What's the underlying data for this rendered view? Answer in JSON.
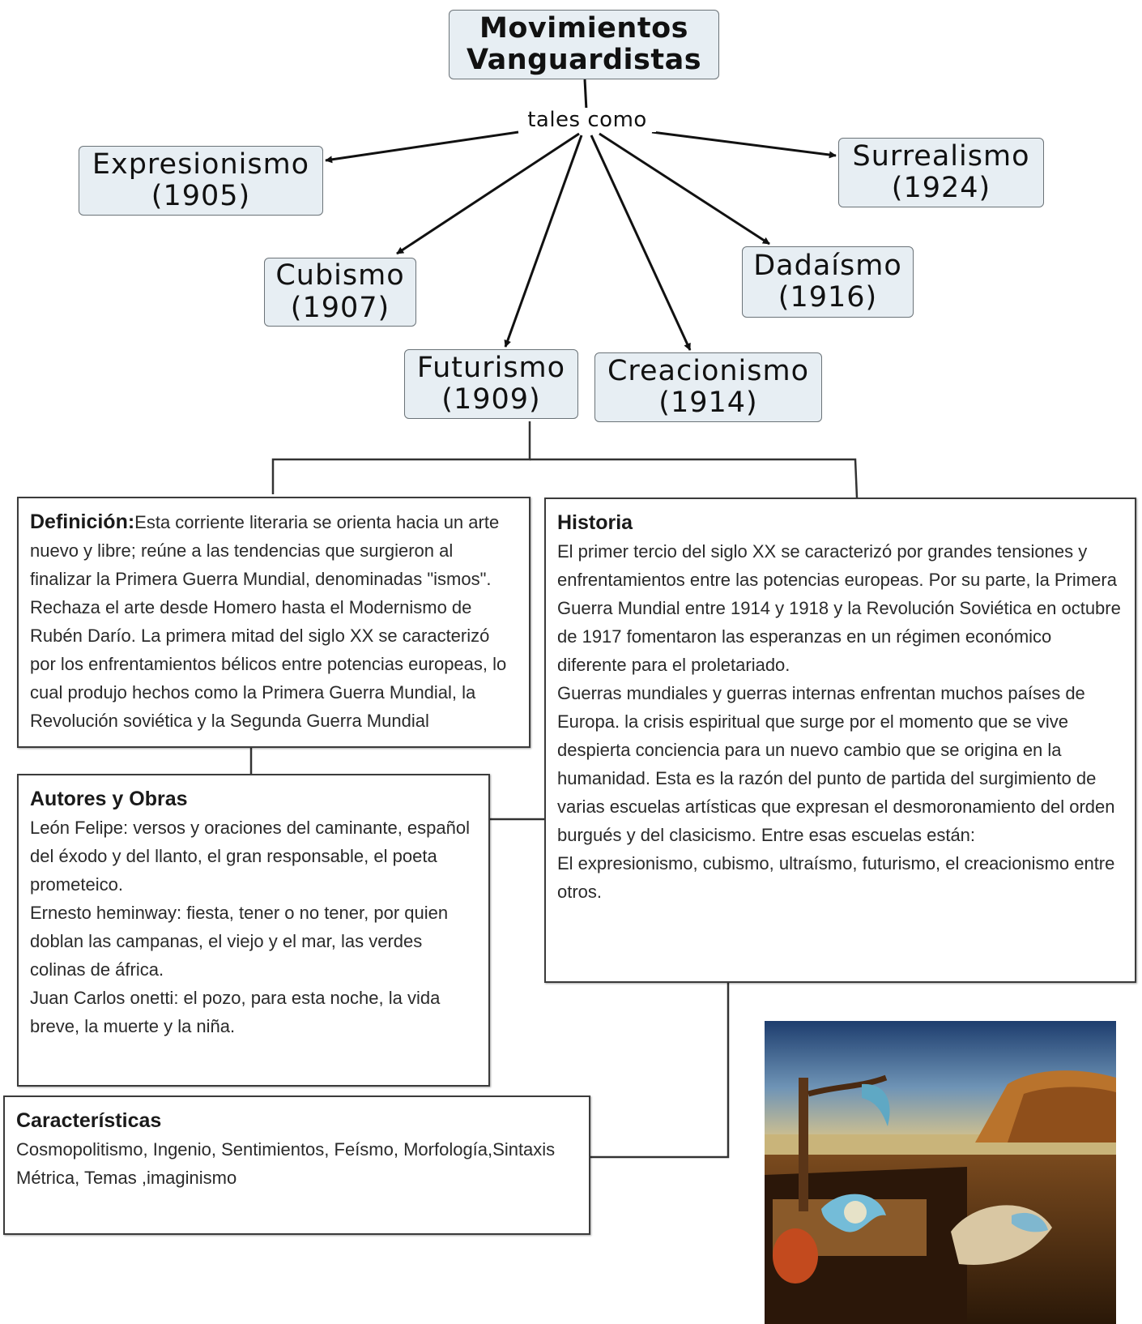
{
  "root": {
    "line1": "Movimientos",
    "line2": "Vanguardistas"
  },
  "linker": "tales como",
  "movements": [
    {
      "name": "Expresionismo",
      "year": "(1905)"
    },
    {
      "name": "Cubismo",
      "year": "(1907)"
    },
    {
      "name": "Futurismo",
      "year": "(1909)"
    },
    {
      "name": "Creacionismo",
      "year": "(1914)"
    },
    {
      "name": "Dadaísmo",
      "year": "(1916)"
    },
    {
      "name": "Surrealismo",
      "year": "(1924)"
    }
  ],
  "definicion": {
    "title": "Definición:",
    "text": "Esta corriente literaria se orienta hacia un arte nuevo y libre; reúne a las tendencias que surgieron al finalizar la Primera Guerra Mundial, denominadas \"ismos\". Rechaza el arte desde Homero hasta el Modernismo de Rubén Darío.  La primera mitad del siglo XX se caracterizó por los enfrentamientos bélicos entre potencias europeas, lo cual produjo hechos como la Primera Guerra Mundial, la Revolución soviética y la Segunda Guerra Mundial"
  },
  "historia": {
    "title": "Historia",
    "p1": "El primer tercio del siglo XX se caracterizó por grandes tensiones y enfrentamientos entre las potencias europeas. Por su parte, la Primera Guerra Mundial entre 1914 y 1918 y la Revolución Soviética en octubre de 1917 fomentaron las esperanzas en un régimen económico diferente para el proletariado.",
    "p2": "Guerras mundiales y guerras internas enfrentan muchos países de Europa. la crisis espiritual que surge por el momento que se vive despierta conciencia para un nuevo cambio que se origina en la humanidad. Esta es la razón del punto de partida del surgimiento de varias escuelas artísticas que expresan el desmoronamiento del orden burgués y del clasicismo. Entre esas escuelas están:",
    "p3": "El expresionismo, cubismo, ultraísmo, futurismo, el creacionismo entre otros."
  },
  "autores": {
    "title": "Autores y Obras",
    "p1": "León Felipe: versos y oraciones del caminante, español del éxodo y del llanto, el gran responsable, el poeta prometeico.",
    "p2": "Ernesto heminway: fiesta, tener o no tener, por quien doblan las campanas, el viejo y el mar, las verdes colinas de áfrica.",
    "p3": "Juan Carlos onetti:  el pozo, para esta noche, la vida breve, la muerte y la niña."
  },
  "caracteristicas": {
    "title": "Características",
    "line1": "Cosmopolitismo, Ingenio, Sentimientos, Feísmo, Morfología,Sintaxis",
    "line2": "Métrica, Temas ,imaginismo"
  },
  "colors": {
    "node_fill": "#e7eef3",
    "node_border": "#6b7378",
    "line": "#222222"
  }
}
